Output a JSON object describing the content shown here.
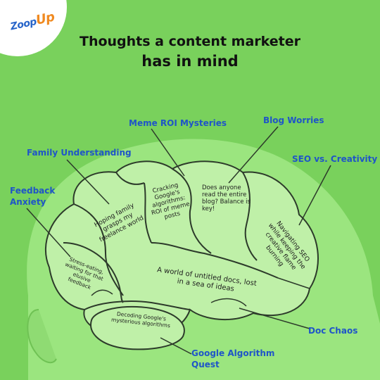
{
  "logo": {
    "text_main": "Zoop",
    "text_accent": "Up"
  },
  "title": {
    "line1": "Thoughts a content marketer",
    "line2": "has in mind"
  },
  "labels": {
    "meme_roi": "Meme ROI Mysteries",
    "blog_worries": "Blog Worries",
    "family_understanding": "Family Understanding",
    "seo_vs_creativity": "SEO vs. Creativity",
    "feedback_anxiety": "Feedback Anxiety",
    "doc_chaos": "Doc Chaos",
    "google_algorithm_quest": "Google Algorithm Quest"
  },
  "regions": {
    "family": "Hoping family grasps my freelance world",
    "meme": "Cracking Google's algorithms: ROI of meme posts",
    "blog": "Does anyone read the entire blog? Balance is key!",
    "seo": "Navigating SEO while keeping the creative flame burning",
    "feedback": "Stress-eating, waiting for that elusive feedback",
    "doc": "A world of untitled docs, lost in a sea of ideas",
    "google": "Decoding Google's mysterious algorithms"
  },
  "colors": {
    "background": "#79d15c",
    "head": "#9be57f",
    "brain": "#bff0a8",
    "label_blue": "#1f55c8",
    "outline": "#2c3a2a"
  }
}
